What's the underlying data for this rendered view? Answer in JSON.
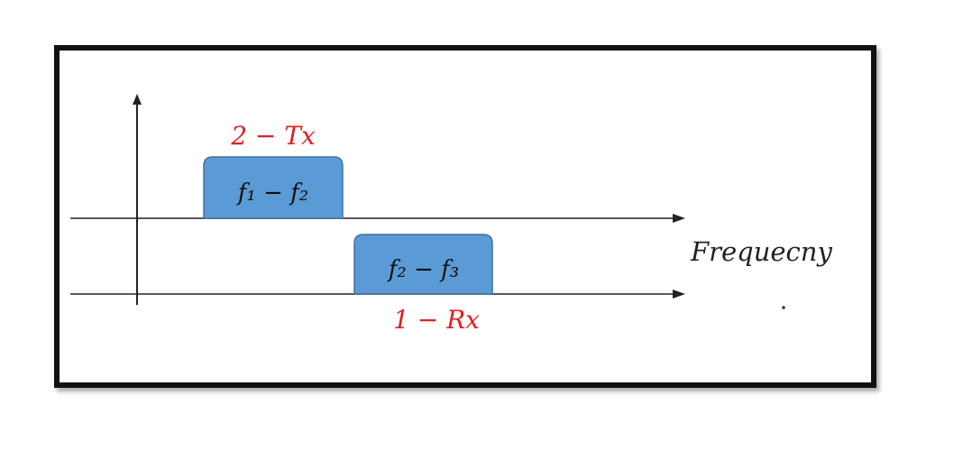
{
  "diagram": {
    "band_top": {
      "label": "2 − Tx",
      "range_label": "f₁ − f₂",
      "label_color": "#e02020",
      "fill_color": "#5b9bd5"
    },
    "band_bottom": {
      "label": "1 − Rx",
      "range_label": "f₂ − f₃",
      "label_color": "#e02020",
      "fill_color": "#5b9bd5"
    },
    "axis_label": "Frequecny",
    "axis_color": "#222222"
  }
}
